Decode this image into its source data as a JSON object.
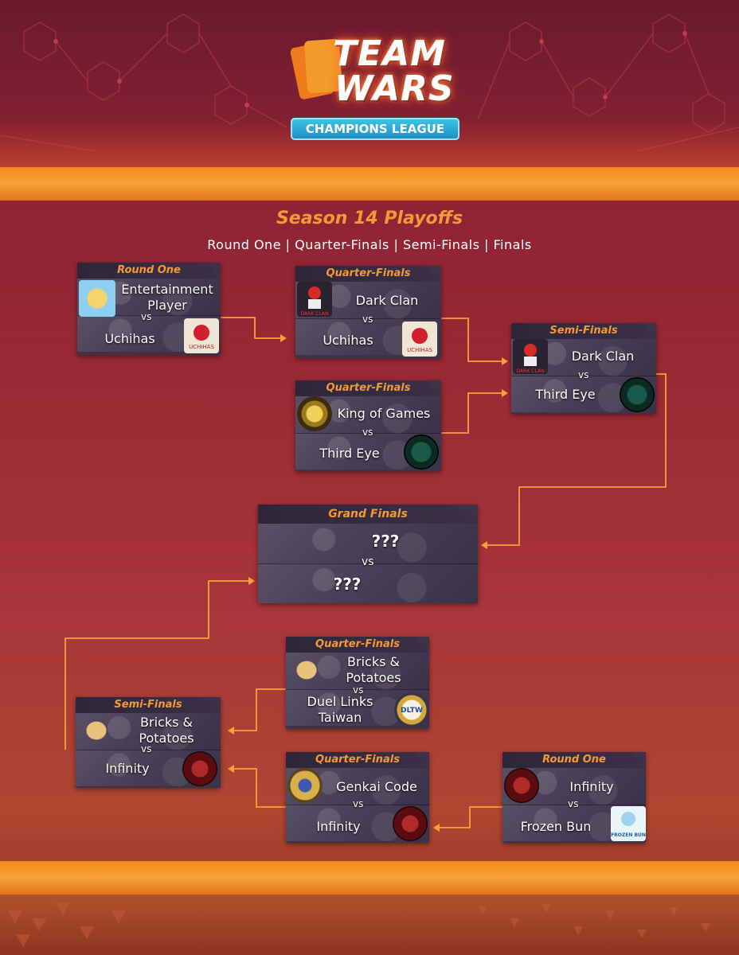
{
  "logo": {
    "line1": "TEAM",
    "line2": "WARS",
    "badge": "CHAMPIONS LEAGUE"
  },
  "title": "Season 14 Playoffs",
  "subtitle": "Round One | Quarter-Finals | Semi-Finals | Finals",
  "vs": "VS",
  "vs_lower": "vs",
  "matches": {
    "r1_top": {
      "label": "Round One",
      "team1": "Entertainment Player",
      "team2": "Uchihas"
    },
    "qf1": {
      "label": "Quarter-Finals",
      "team1": "Dark Clan",
      "team2": "Uchihas"
    },
    "qf2": {
      "label": "Quarter-Finals",
      "team1": "King of Games",
      "team2": "Third Eye"
    },
    "sf1": {
      "label": "Semi-Finals",
      "team1": "Dark Clan",
      "team2": "Third Eye"
    },
    "gf": {
      "label": "Grand Finals",
      "team1": "???",
      "team2": "???"
    },
    "qf3": {
      "label": "Quarter-Finals",
      "team1": "Bricks & Potatoes",
      "team2": "Duel Links Taiwan"
    },
    "sf2": {
      "label": "Semi-Finals",
      "team1": "Bricks & Potatoes",
      "team2": "Infinity"
    },
    "qf4": {
      "label": "Quarter-Finals",
      "team1": "Genkai Code",
      "team2": "Infinity"
    },
    "r1_bot": {
      "label": "Round One",
      "team1": "Infinity",
      "team2": "Frozen Bun"
    }
  },
  "icons": {
    "entertainment": "dragon-mascot-icon",
    "uchihas": "red-orb-icon",
    "darkclan": "dark-clan-icon",
    "kog": "gold-medallion-icon",
    "thirdeye": "third-eye-icon",
    "bricks": "potato-mascot-icon",
    "dltw": "duel-links-taiwan-icon",
    "infinity": "infinity-icon",
    "genkai": "genkai-code-icon",
    "frozen": "frozen-bun-icon"
  },
  "logo_text": {
    "uchihas": "UCHIHAS",
    "darkclan": "DARK CLAN",
    "dltw": "DLTW",
    "frozen": "FROZEN BUN"
  },
  "colors": {
    "accent": "#f39a36",
    "band": "#f7a13a",
    "badge": "#2aa8da",
    "card_bg": "#3d3348",
    "line": "#f7a13a"
  }
}
